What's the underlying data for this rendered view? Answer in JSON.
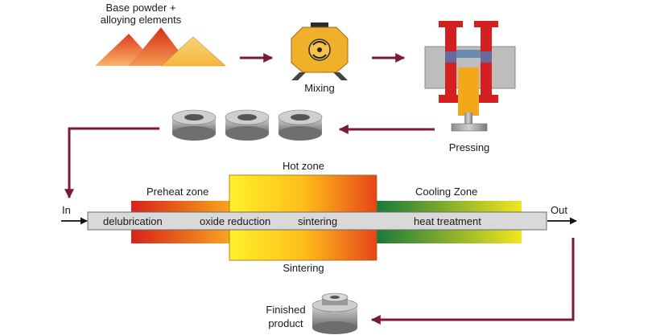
{
  "inputs": {
    "line1": "Base powder +",
    "line2": "alloying elements"
  },
  "steps": {
    "mixing": "Mixing",
    "pressing": "Pressing"
  },
  "furnace": {
    "hot_zone": "Hot zone",
    "preheat_zone": "Preheat zone",
    "cooling_zone": "Cooling Zone",
    "in_label": "In",
    "out_label": "Out",
    "belt_labels": [
      "delubrication",
      "oxide reduction",
      "sintering",
      "heat treatment"
    ],
    "bottom_label": "Sintering"
  },
  "output": {
    "line1": "Finished",
    "line2": "product"
  },
  "colors": {
    "arrow": "#7a1a3a",
    "powder": [
      "#e04a1a",
      "#f5b35a"
    ],
    "hot_zone": [
      "#fff200",
      "#ffb400",
      "#e34a1a"
    ],
    "preheat_zone": [
      "#d7261c",
      "#f8a21a"
    ],
    "cooling_zone": [
      "#1d7a3a",
      "#f0e41a"
    ],
    "belt": "#d9d9d9",
    "die": "#d42020",
    "punch": "#f2a81a",
    "mixer": "#f0b02a"
  }
}
